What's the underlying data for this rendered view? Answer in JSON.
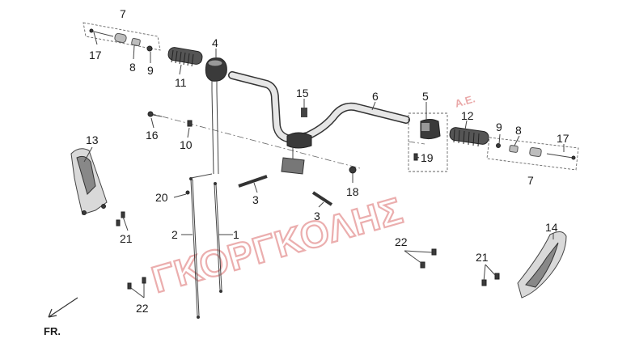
{
  "watermark": {
    "main": "ΓΚΟΡΓΚΟΛΗΣ",
    "suffix": "Α.Ε."
  },
  "direction_label": "FR.",
  "callouts": {
    "c7_left": "7",
    "c17_left": "17",
    "c8_left": "8",
    "c9_left": "9",
    "c11": "11",
    "c4": "4",
    "c15": "15",
    "c6": "6",
    "c5": "5",
    "c12": "12",
    "c9_right": "9",
    "c8_right": "8",
    "c17_right": "17",
    "c7_right": "7",
    "c19": "19",
    "c13": "13",
    "c16": "16",
    "c10": "10",
    "c18": "18",
    "c3_left": "3",
    "c3_right": "3",
    "c20": "20",
    "c2": "2",
    "c1": "1",
    "c21_left": "21",
    "c22_left": "22",
    "c22_right": "22",
    "c21_right": "21",
    "c14": "14"
  },
  "colors": {
    "watermark": "#e8a0a0",
    "part_fill": "#bdbdbd",
    "part_dark": "#3a3a3a",
    "line": "#444444"
  }
}
